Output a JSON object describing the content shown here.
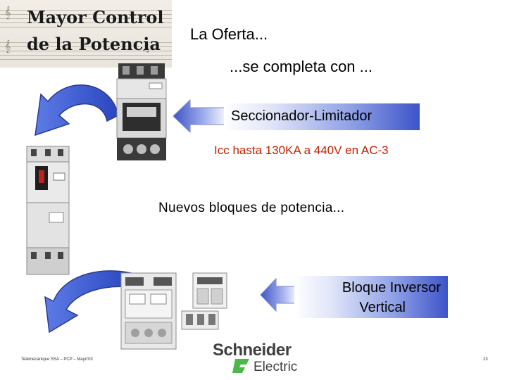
{
  "banner": {
    "line1": "Mayor Control",
    "line2": "de la Potencia"
  },
  "headline": {
    "line1": "La Oferta...",
    "line2": "...se completa con ..."
  },
  "seccionador": {
    "label": "Seccionador-Limitador",
    "detail": "Icc hasta 130KA a 440V en AC-3"
  },
  "nuevos": "Nuevos bloques de potencia...",
  "inversor": {
    "line1": "Bloque Inversor",
    "line2": "Vertical"
  },
  "footer": {
    "text": "Telemecanique SSA – PCP – Mayo'03",
    "page": "23"
  },
  "logo": {
    "name": "Schneider",
    "sub": "Electric"
  },
  "colors": {
    "arrow_blue": "#3d54c8",
    "detail_red": "#c22000",
    "logo_green": "#4cb848"
  }
}
